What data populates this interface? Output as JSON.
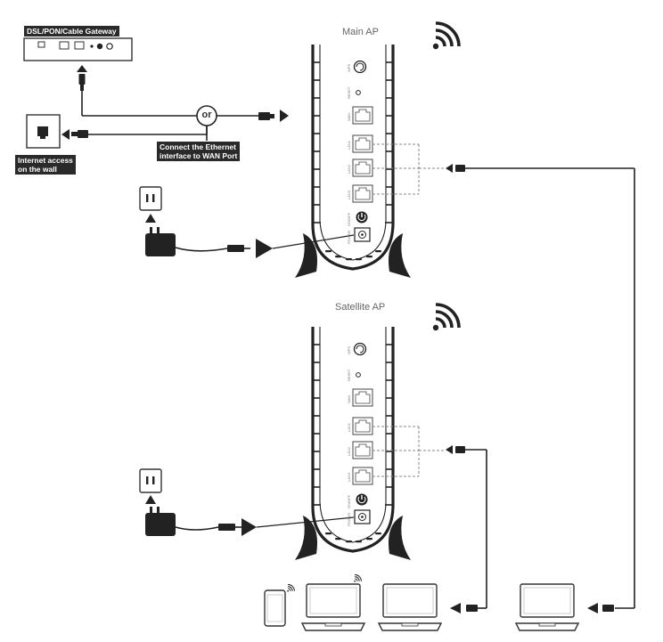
{
  "labels": {
    "main_ap": "Main AP",
    "satellite_ap": "Satellite AP",
    "gateway": "DSL/PON/Cable Gateway",
    "or": "or",
    "connect_note": "Connect the Ethernet\ninterface to WAN Port",
    "wall_access": "Internet access\non the wall"
  },
  "router_ports": [
    "WPS",
    "RESET",
    "WAN",
    "LAN1",
    "LAN2",
    "LAN3",
    "ON/OFF",
    "POWER"
  ],
  "colors": {
    "line": "#222222",
    "accent": "#2a2a2a",
    "muted": "#888888"
  },
  "icons": [
    "wifi-icon",
    "laptop-icon",
    "phone-icon",
    "power-adapter-icon",
    "wall-outlet-icon",
    "ethernet-plug-icon"
  ]
}
